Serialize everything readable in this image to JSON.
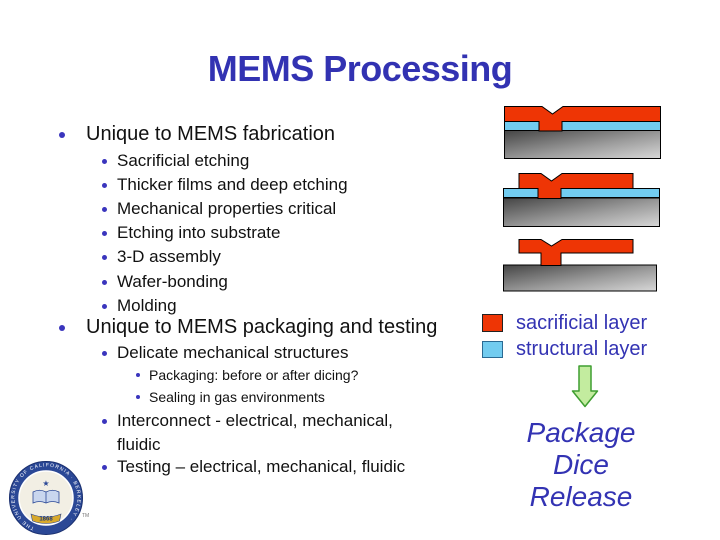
{
  "slide": {
    "title": "MEMS Processing",
    "content": {
      "bullets": [
        {
          "level": 1,
          "text": "Unique to MEMS fabrication"
        },
        {
          "level": 2,
          "text": "Sacrificial etching"
        },
        {
          "level": 2,
          "text": "Thicker films and deep etching"
        },
        {
          "level": 2,
          "text": "Mechanical properties critical"
        },
        {
          "level": 2,
          "text": "Etching into substrate"
        },
        {
          "level": 2,
          "text": "3-D assembly"
        },
        {
          "level": 2,
          "text": "Wafer-bonding"
        },
        {
          "level": 2,
          "text": "Molding"
        },
        {
          "level": 1,
          "text": "Unique to MEMS packaging and testing"
        },
        {
          "level": 2,
          "text": "Delicate mechanical structures"
        },
        {
          "level": 3,
          "text": "Packaging: before or after dicing?"
        },
        {
          "level": 3,
          "text": "Sealing in gas environments"
        },
        {
          "level": 2,
          "text": "Interconnect - electrical, mechanical, fluidic"
        },
        {
          "level": 2,
          "text": "Testing – electrical, mechanical, fluidic"
        }
      ]
    }
  },
  "diagram": {
    "description": "surface micromachining cross-sections: deposited layers, patterned layer, released structure",
    "colors": {
      "sacrificial": "#ee3505",
      "structural": "#72ccf0",
      "substrate_dark": "#454545",
      "substrate_light": "#d8d8d8",
      "outline": "#000000"
    }
  },
  "legend": {
    "items": [
      {
        "label": "sacrificial layer",
        "color": "#ee3505"
      },
      {
        "label": "structural layer",
        "color": "#72ccf0"
      }
    ],
    "text_color": "#3333b3"
  },
  "flow": {
    "steps": [
      "Package",
      "Dice",
      "Release"
    ],
    "arrow_fill": "#c3ec9f",
    "arrow_stroke": "#3f9e30"
  },
  "footer": {
    "seal_ring_text": "THE UNIVERSITY OF CALIFORNIA · BERKELEY ·",
    "seal_year": "1868",
    "trademark": "TM"
  },
  "theme": {
    "title_color": "#3232b2",
    "accent_blue": "#3333b3",
    "bullet_color": "#3a35bd",
    "background": "#ffffff"
  }
}
